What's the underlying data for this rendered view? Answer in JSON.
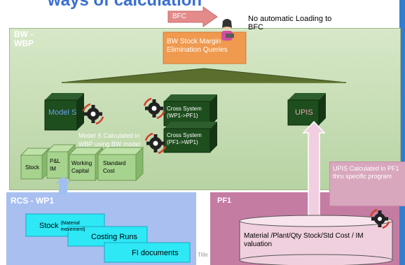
{
  "slide": {
    "title_fragment": "ways of calculation",
    "bw_label": "BW -\nWBP",
    "bfc_label": "BFC",
    "note": "No automatic Loading to\nBFC",
    "queries_label": "BW Stock Margin\nElimination Queries",
    "model_s": "Model S",
    "cross_system_1": "Cross System\n(WP1->PF1)",
    "cross_system_2": "Cross System\n(PF1->WP1)",
    "upis": "UPIS",
    "model_s_note": "Model S Calculated in\nWBP using BW model",
    "cubes": [
      "Stock",
      "P&L\nIM",
      "Working\nCapital",
      "Standard\nCost"
    ],
    "rcs_label": "RCS - WP1",
    "pf1_label": "PF1",
    "upis_note": "UPIS Calculated in PF1\nthru specific program",
    "stock_main": "Stock ",
    "stock_sub": "(Material\nmovement)",
    "costing_runs": "Costing Runs",
    "fi_documents": "FI documents",
    "database_label": "Material /Plant/Qty Stock/Std Cost / IM\nvaluation",
    "title_placeholder": "Title"
  },
  "colors": {
    "bw_panel": "#c2dab0",
    "rcs_panel": "#a7bdee",
    "pf1_panel": "#c57ba2",
    "cube_green": "#a6d38e",
    "dark_cube": "#1e4d1e",
    "cyan_doc": "#2ee8f6",
    "accent_blue": "#3b77c8"
  }
}
